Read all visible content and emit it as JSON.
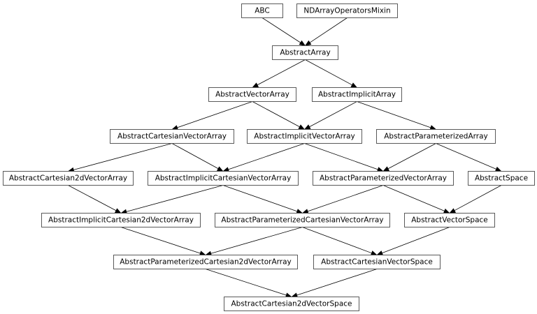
{
  "nodes": [
    {
      "id": "abc",
      "label": "ABC"
    },
    {
      "id": "ndarrayoperatorsmixin",
      "label": "NDArrayOperatorsMixin"
    },
    {
      "id": "abstractarray",
      "label": "AbstractArray"
    },
    {
      "id": "abstractvectorarray",
      "label": "AbstractVectorArray"
    },
    {
      "id": "abstractimplicitarray",
      "label": "AbstractImplicitArray"
    },
    {
      "id": "abstractcartesianvectorarray",
      "label": "AbstractCartesianVectorArray"
    },
    {
      "id": "abstractimplicitvectorarray",
      "label": "AbstractImplicitVectorArray"
    },
    {
      "id": "abstractparameterizedarray",
      "label": "AbstractParameterizedArray"
    },
    {
      "id": "abstractcartesian2dvectorarray",
      "label": "AbstractCartesian2dVectorArray"
    },
    {
      "id": "abstractimplicitcartesianvectorarray",
      "label": "AbstractImplicitCartesianVectorArray"
    },
    {
      "id": "abstractparameterizedvectorarray",
      "label": "AbstractParameterizedVectorArray"
    },
    {
      "id": "abstractspace",
      "label": "AbstractSpace"
    },
    {
      "id": "abstractimplicitcartesian2dvectorarray",
      "label": "AbstractImplicitCartesian2dVectorArray"
    },
    {
      "id": "abstractparameterizedcartesianvectorarray",
      "label": "AbstractParameterizedCartesianVectorArray"
    },
    {
      "id": "abstractvectorspace",
      "label": "AbstractVectorSpace"
    },
    {
      "id": "abstractparameterizedcartesian2dvectorarray",
      "label": "AbstractParameterizedCartesian2dVectorArray"
    },
    {
      "id": "abstractcartesianvectorspace",
      "label": "AbstractCartesianVectorSpace"
    },
    {
      "id": "abstractcartesian2dvectorspace",
      "label": "AbstractCartesian2dVectorSpace"
    }
  ],
  "edges": [
    {
      "from": "abc",
      "to": "abstractarray"
    },
    {
      "from": "ndarrayoperatorsmixin",
      "to": "abstractarray"
    },
    {
      "from": "abstractarray",
      "to": "abstractvectorarray"
    },
    {
      "from": "abstractarray",
      "to": "abstractimplicitarray"
    },
    {
      "from": "abstractvectorarray",
      "to": "abstractcartesianvectorarray"
    },
    {
      "from": "abstractvectorarray",
      "to": "abstractimplicitvectorarray"
    },
    {
      "from": "abstractimplicitarray",
      "to": "abstractimplicitvectorarray"
    },
    {
      "from": "abstractimplicitarray",
      "to": "abstractparameterizedarray"
    },
    {
      "from": "abstractcartesianvectorarray",
      "to": "abstractcartesian2dvectorarray"
    },
    {
      "from": "abstractcartesianvectorarray",
      "to": "abstractimplicitcartesianvectorarray"
    },
    {
      "from": "abstractimplicitvectorarray",
      "to": "abstractimplicitcartesianvectorarray"
    },
    {
      "from": "abstractimplicitvectorarray",
      "to": "abstractparameterizedvectorarray"
    },
    {
      "from": "abstractparameterizedarray",
      "to": "abstractparameterizedvectorarray"
    },
    {
      "from": "abstractparameterizedarray",
      "to": "abstractspace"
    },
    {
      "from": "abstractcartesian2dvectorarray",
      "to": "abstractimplicitcartesian2dvectorarray"
    },
    {
      "from": "abstractimplicitcartesianvectorarray",
      "to": "abstractimplicitcartesian2dvectorarray"
    },
    {
      "from": "abstractimplicitcartesianvectorarray",
      "to": "abstractparameterizedcartesianvectorarray"
    },
    {
      "from": "abstractparameterizedvectorarray",
      "to": "abstractparameterizedcartesianvectorarray"
    },
    {
      "from": "abstractparameterizedvectorarray",
      "to": "abstractvectorspace"
    },
    {
      "from": "abstractspace",
      "to": "abstractvectorspace"
    },
    {
      "from": "abstractimplicitcartesian2dvectorarray",
      "to": "abstractparameterizedcartesian2dvectorarray"
    },
    {
      "from": "abstractparameterizedcartesianvectorarray",
      "to": "abstractparameterizedcartesian2dvectorarray"
    },
    {
      "from": "abstractparameterizedcartesianvectorarray",
      "to": "abstractcartesianvectorspace"
    },
    {
      "from": "abstractvectorspace",
      "to": "abstractcartesianvectorspace"
    },
    {
      "from": "abstractparameterizedcartesian2dvectorarray",
      "to": "abstractcartesian2dvectorspace"
    },
    {
      "from": "abstractcartesianvectorspace",
      "to": "abstractcartesian2dvectorspace"
    }
  ]
}
